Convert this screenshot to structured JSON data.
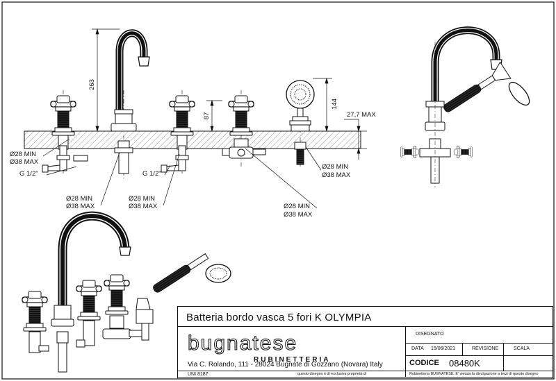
{
  "dimensions": {
    "height_263": "263",
    "height_87": "87",
    "height_144": "144",
    "deck_max": "27,7 MAX",
    "d28_min": "Ø28 MIN",
    "d38_max": "Ø38 MAX",
    "thread": "G 1/2\""
  },
  "title_block": {
    "title": "Batteria bordo vasca 5 fori K OLYMPIA",
    "brand": "bugnatese",
    "brand_sub": "RUBINETTERIA",
    "address": "Via C. Rolando, 111 - 28024 Bugnate di Gozzano (Novara) Italy",
    "uni": "UNI 8187",
    "disclaimer_a": "questo disegno è di esclusiva proprietà di",
    "disclaimer_b": "Rubinetteria BUGNATESE. E' vietata la divulgazione a terzi di questo disegno",
    "disegnato_label": "DISEGNATO",
    "data_label": "DATA",
    "data_value": "15/06/2021",
    "revisione_label": "REVISIONE",
    "scala_label": "SCALA",
    "codice_label": "CODICE",
    "codice_value": "08480K"
  }
}
